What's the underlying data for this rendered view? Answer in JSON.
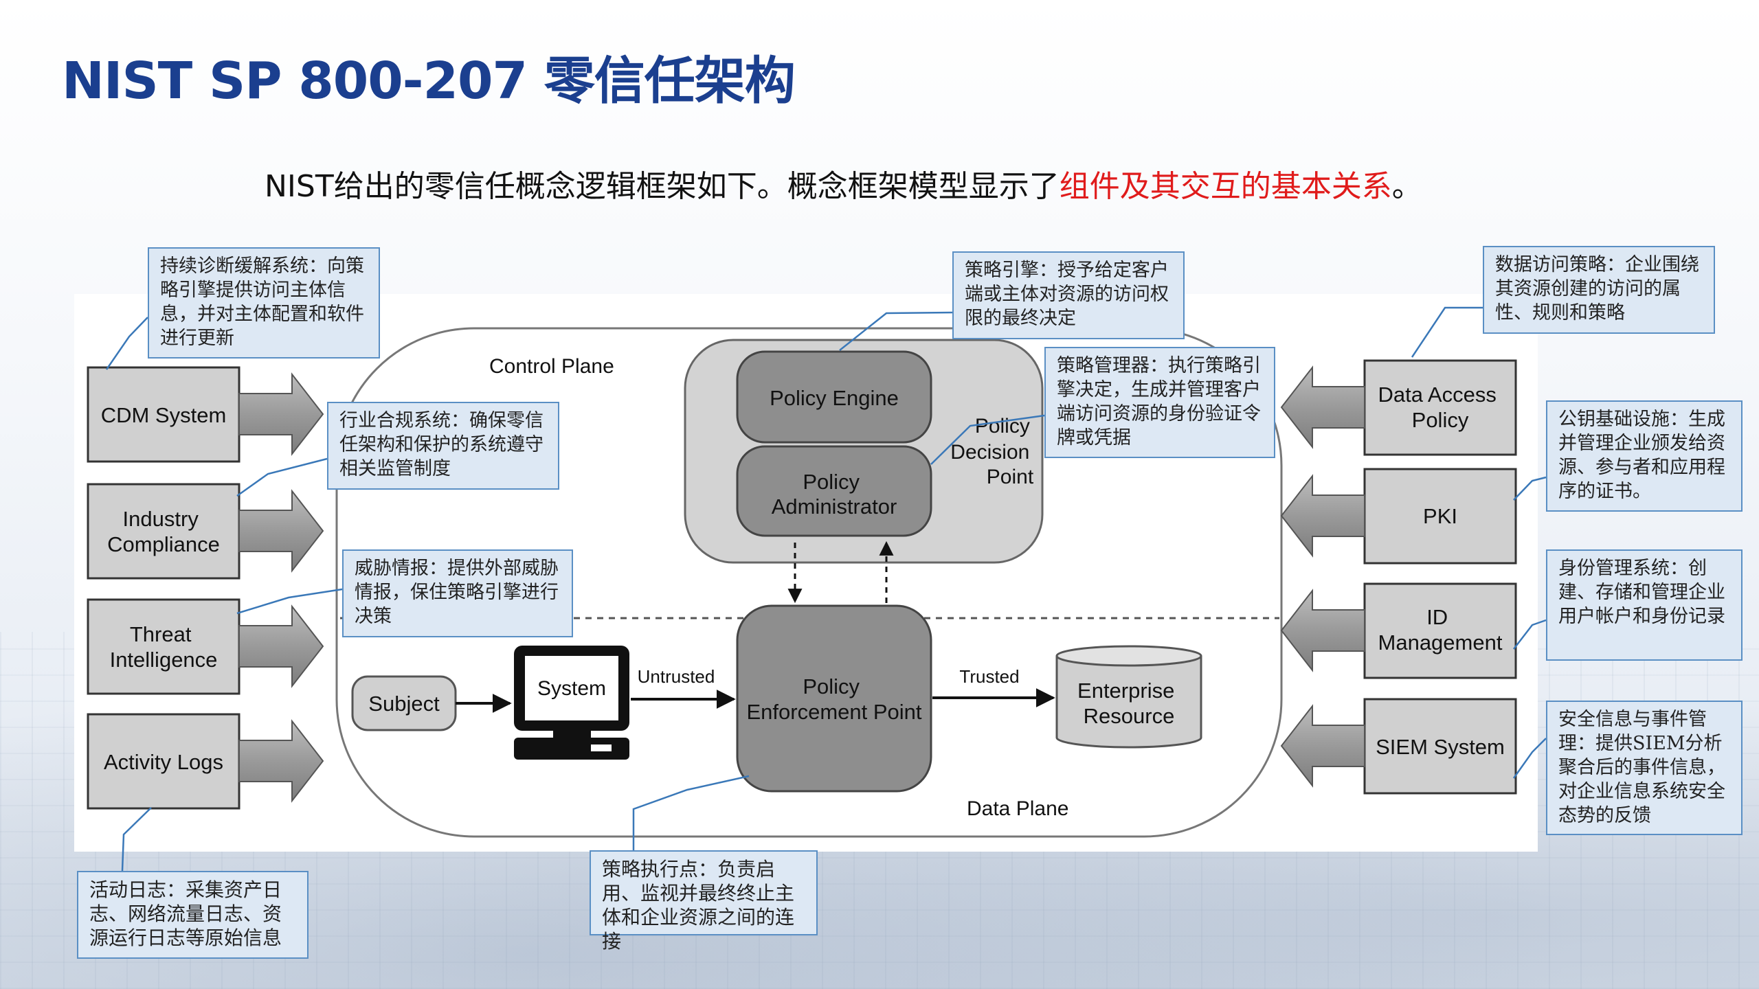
{
  "title": "NIST SP 800-207 零信任架构",
  "subtitle": {
    "prefix": "NIST给出的零信任概念逻辑框架如下。概念框架模型显示了",
    "highlight": "组件及其交互的基本关系",
    "suffix": "。"
  },
  "colors": {
    "title": "#1b3f8f",
    "highlight": "#e01b1b",
    "note_bg": "#dde8f4",
    "note_border": "#5a8fc4"
  },
  "diagram": {
    "control_plane_label": "Control Plane",
    "data_plane_label": "Data Plane",
    "pdp_label": [
      "Policy",
      "Decision",
      "Point"
    ],
    "policy_engine": "Policy Engine",
    "policy_administrator": [
      "Policy",
      "Administrator"
    ],
    "pep": [
      "Policy",
      "Enforcement Point"
    ],
    "subject": "Subject",
    "system": "System",
    "untrusted": "Untrusted",
    "trusted": "Trusted",
    "enterprise_resource": [
      "Enterprise",
      "Resource"
    ],
    "left_inputs": [
      {
        "label": [
          "CDM System"
        ]
      },
      {
        "label": [
          "Industry",
          "Compliance"
        ]
      },
      {
        "label": [
          "Threat",
          "Intelligence"
        ]
      },
      {
        "label": [
          "Activity Logs"
        ]
      }
    ],
    "right_inputs": [
      {
        "label": [
          "Data Access",
          "Policy"
        ]
      },
      {
        "label": [
          "PKI"
        ]
      },
      {
        "label": [
          "ID",
          "Management"
        ]
      },
      {
        "label": [
          "SIEM System"
        ]
      }
    ]
  },
  "notes": {
    "cdm": "持续诊断缓解系统：向策略引擎提供访问主体信息，并对主体配置和软件进行更新",
    "compliance": "行业合规系统：确保零信任架构和保护的系统遵守相关监管制度",
    "threat": "威胁情报：提供外部威胁情报，保住策略引擎进行决策",
    "activity": "活动日志：采集资产日志、网络流量日志、资源运行日志等原始信息",
    "policy_engine": "策略引擎：授予给定客户端或主体对资源的访问权限的最终决定",
    "policy_admin": "策略管理器：执行策略引擎决定，生成并管理客户端访问资源的身份验证令牌或凭据",
    "pep": "策略执行点：负责启用、监视并最终终止主体和企业资源之间的连接",
    "data_access": "数据访问策略：企业围绕其资源创建的访问的属性、规则和策略",
    "pki": "公钥基础设施：生成并管理企业颁发给资源、参与者和应用程序的证书。",
    "id_mgmt": "身份管理系统：创建、存储和管理企业用户帐户和身份记录",
    "siem": "安全信息与事件管理：提供SIEM分析聚合后的事件信息，对企业信息系统安全态势的反馈"
  }
}
